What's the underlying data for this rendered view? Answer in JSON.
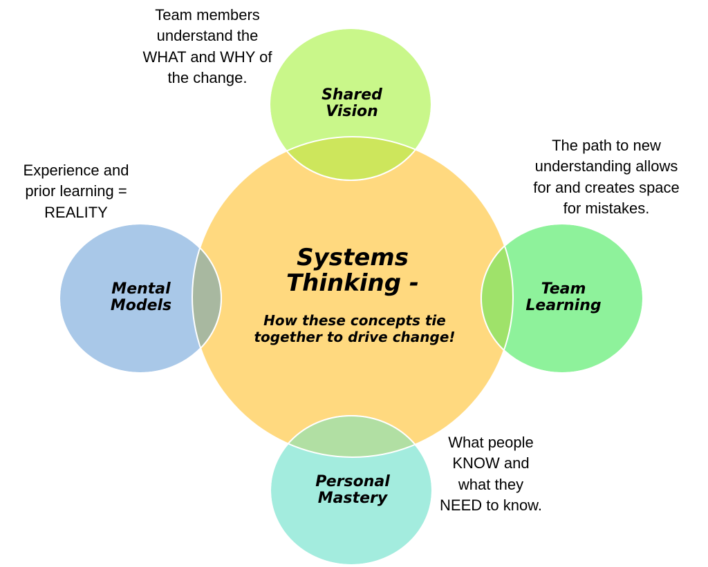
{
  "colors": {
    "center_fill": "#ffd97f",
    "shared_vision_fill": "#c9f78a",
    "mental_models_fill": "#a9c8e8",
    "team_learning_fill": "#8ef29b",
    "personal_mastery_fill": "#a3ecde",
    "overlap_top": "#cde65c",
    "overlap_left": "#a8b8a0",
    "overlap_right": "#9fe26a",
    "overlap_bottom": "#b1dfa3",
    "outline": "#ffffff"
  },
  "center": {
    "title_lines": [
      "Systems",
      "Thinking -"
    ],
    "subtitle_lines": [
      "How these concepts tie",
      "together to drive change!"
    ]
  },
  "circles": {
    "shared_vision": {
      "label_lines": [
        "Shared",
        "Vision"
      ]
    },
    "mental_models": {
      "label_lines": [
        "Mental",
        "Models"
      ]
    },
    "team_learning": {
      "label_lines": [
        "Team",
        "Learning"
      ]
    },
    "personal_mastery": {
      "label_lines": [
        "Personal",
        "Mastery"
      ]
    }
  },
  "notes": {
    "shared_vision": [
      "Team members",
      "understand the",
      "WHAT and WHY of",
      "the change."
    ],
    "mental_models": [
      "Experience and",
      "prior learning =",
      "REALITY"
    ],
    "team_learning": [
      "The path to new",
      "understanding allows",
      "for and creates space",
      "for mistakes."
    ],
    "personal_mastery": [
      "What people",
      "KNOW and",
      "what they",
      "NEED to know."
    ]
  }
}
